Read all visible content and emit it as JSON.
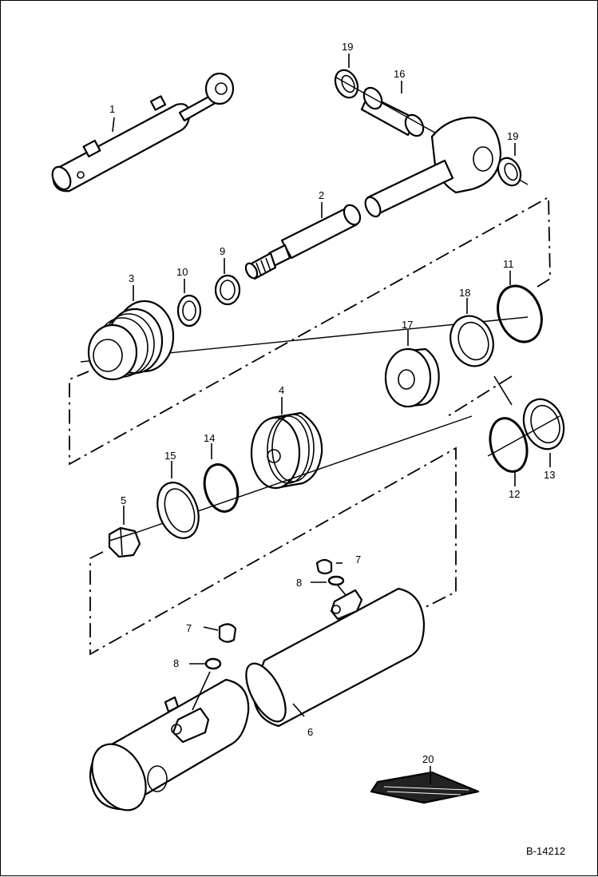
{
  "diagram": {
    "reference_code": "B-14212",
    "callouts": [
      "1",
      "2",
      "3",
      "4",
      "5",
      "6",
      "7",
      "8",
      "9",
      "10",
      "11",
      "12",
      "13",
      "14",
      "15",
      "16",
      "17",
      "18",
      "19",
      "20"
    ]
  }
}
